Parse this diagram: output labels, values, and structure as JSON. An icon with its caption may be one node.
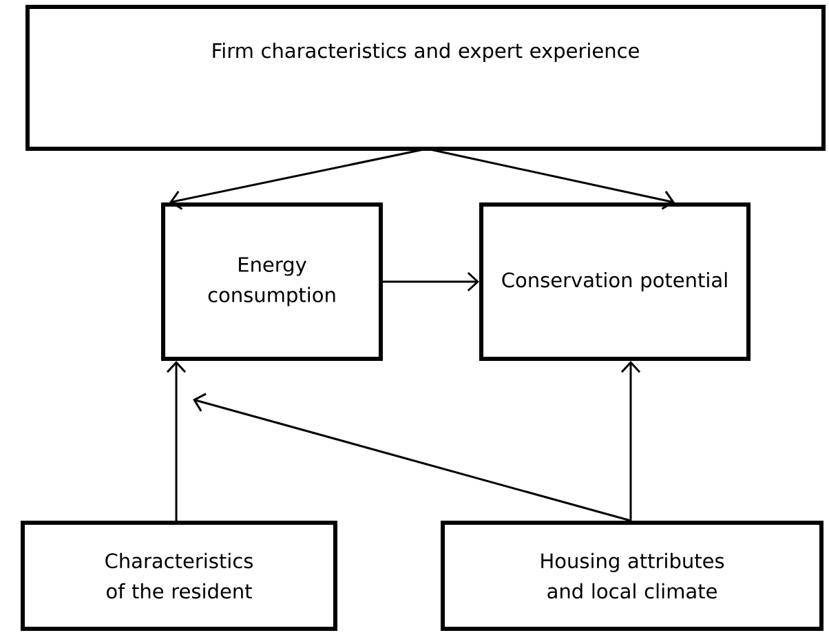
{
  "diagram": {
    "nodes": [
      {
        "text": [
          "Firm characteristics and expert experience"
        ]
      },
      {
        "text": [
          "Energy consumption"
        ]
      },
      {
        "text": [
          "Conservation potential"
        ]
      },
      {
        "text": [
          "Characteristics of the resident"
        ]
      },
      {
        "text": [
          "Housing attributes and local climate"
        ]
      }
    ],
    "edges": [
      {
        "from": 0,
        "to": 1,
        "arrow": "to"
      },
      {
        "from": 0,
        "to": 2,
        "arrow": "to"
      },
      {
        "from": 1,
        "to": 2,
        "arrow": "to"
      },
      {
        "from": 3,
        "to": 1,
        "arrow": "to"
      },
      {
        "from": 4,
        "to": 1,
        "arrow": "to"
      },
      {
        "from": 4,
        "to": 2,
        "arrow": "to"
      }
    ]
  }
}
